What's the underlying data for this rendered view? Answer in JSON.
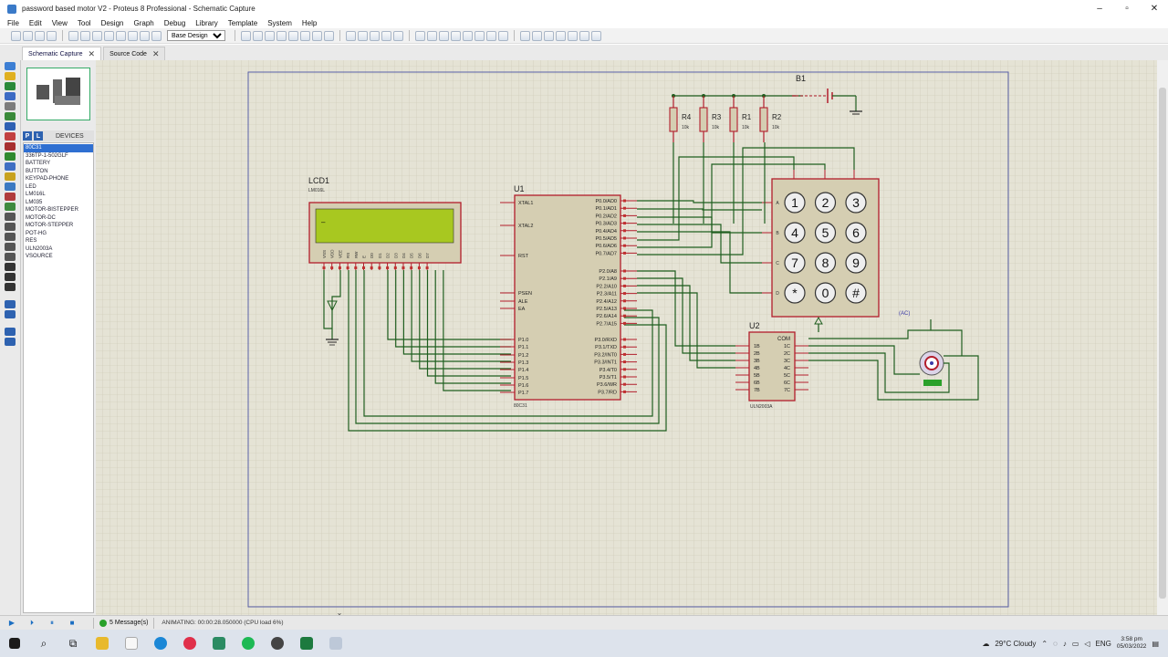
{
  "window": {
    "title": "password based motor V2 - Proteus 8 Professional - Schematic Capture",
    "controls": [
      "–",
      "▫",
      "✕"
    ]
  },
  "menu": [
    "File",
    "Edit",
    "View",
    "Tool",
    "Design",
    "Graph",
    "Debug",
    "Library",
    "Template",
    "System",
    "Help"
  ],
  "toolbar": {
    "design_select": "Base Design"
  },
  "tabs": [
    {
      "label": "Schematic Capture",
      "active": true
    },
    {
      "label": "Source Code",
      "active": false
    }
  ],
  "device_panel": {
    "buttons": [
      "P",
      "L"
    ],
    "title": "DEVICES",
    "items": [
      "80C31",
      "336TP-1-502GLF",
      "BATTERY",
      "BUTTON",
      "KEYPAD-PHONE",
      "LED",
      "LM016L",
      "LM035",
      "MOTOR-BISTEPPER",
      "MOTOR-DC",
      "MOTOR-STEPPER",
      "POT-HG",
      "RES",
      "ULN2003A",
      "VSOURCE"
    ],
    "selected_index": 0
  },
  "schematic": {
    "lcd": {
      "ref": "LCD1",
      "part": "LM016L",
      "pins": [
        "VSS",
        "VDD",
        "VEE",
        "RS",
        "RW",
        "E",
        "D0",
        "D1",
        "D2",
        "D3",
        "D4",
        "D5",
        "D6",
        "D7"
      ]
    },
    "mcu": {
      "ref": "U1",
      "part": "80C31",
      "left_pins": [
        "XTAL1",
        "XTAL2",
        "RST",
        "PSEN",
        "ALE",
        "EA",
        "P1.0",
        "P1.1",
        "P1.2",
        "P1.3",
        "P1.4",
        "P1.5",
        "P1.6",
        "P1.7"
      ],
      "right_pins": [
        "P0.0/AD0",
        "P0.1/AD1",
        "P0.2/AD2",
        "P0.3/AD3",
        "P0.4/AD4",
        "P0.5/AD5",
        "P0.6/AD6",
        "P0.7/AD7",
        "P2.0/A8",
        "P2.1/A9",
        "P2.2/A10",
        "P2.3/A11",
        "P2.4/A12",
        "P2.5/A13",
        "P2.6/A14",
        "P2.7/A15",
        "P3.0/RXD",
        "P3.1/TXD",
        "P3.2/INT0",
        "P3.3/INT1",
        "P3.4/T0",
        "P3.5/T1",
        "P3.6/WR",
        "P3.7/RD"
      ]
    },
    "resistors": [
      {
        "ref": "R4",
        "value": "10k"
      },
      {
        "ref": "R3",
        "value": "10k"
      },
      {
        "ref": "R1",
        "value": "10k"
      },
      {
        "ref": "R2",
        "value": "10k"
      }
    ],
    "battery": {
      "ref": "B1"
    },
    "keypad": {
      "rows": [
        "A",
        "B",
        "C",
        "D"
      ],
      "keys": [
        "1",
        "2",
        "3",
        "4",
        "5",
        "6",
        "7",
        "8",
        "9",
        "*",
        "0",
        "#"
      ]
    },
    "driver": {
      "ref": "U2",
      "part": "ULN2003A",
      "in_pins": [
        "1B",
        "2B",
        "3B",
        "4B",
        "5B",
        "6B",
        "7B"
      ],
      "out_pins": [
        "1C",
        "2C",
        "3C",
        "4C",
        "5C",
        "6C",
        "7C"
      ],
      "com": "COM"
    },
    "motor_label": "(AC)"
  },
  "status": {
    "messages": "5 Message(s)",
    "animation": "ANIMATING: 00:00:28.050000 (CPU load 6%)"
  },
  "taskbar": {
    "weather": "29°C Cloudy",
    "lang": "ENG",
    "time": "3:58 pm",
    "date": "05/03/2022"
  },
  "colors": {
    "canvas": "#e5e3d5",
    "wire": "#1f5e1f",
    "component": "#b21d2b",
    "lcd_screen": "#a8c820",
    "accent": "#2f6fd1"
  }
}
